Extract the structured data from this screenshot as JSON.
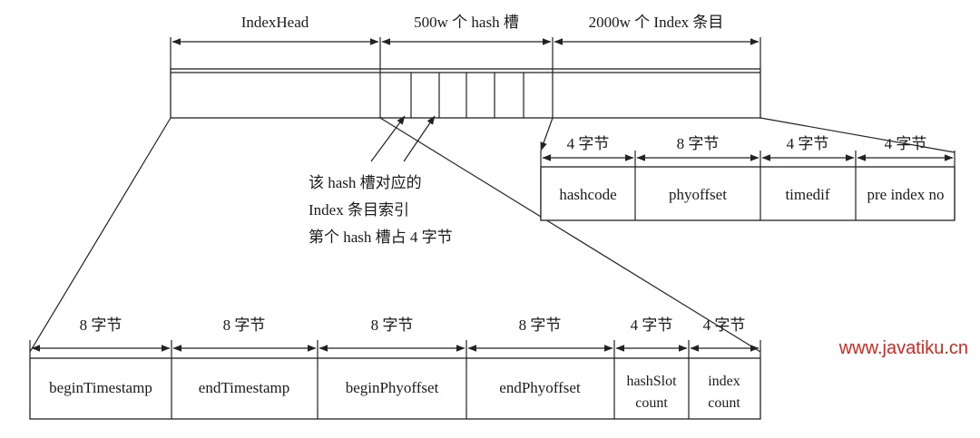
{
  "top": {
    "index_head_label": "IndexHead",
    "hash_slots_label": "500w 个 hash 槽",
    "index_entries_label": "2000w 个 Index 条目"
  },
  "entry": {
    "fields": [
      {
        "size": "4 字节",
        "name": "hashcode"
      },
      {
        "size": "8 字节",
        "name": "phyoffset"
      },
      {
        "size": "4 字节",
        "name": "timedif"
      },
      {
        "size": "4 字节",
        "name": "pre index no"
      }
    ]
  },
  "note": {
    "lines": [
      "该 hash 槽对应的",
      "Index 条目索引",
      "第个 hash 槽占 4 字节"
    ]
  },
  "header": {
    "fields": [
      {
        "size": "8 字节",
        "name_lines": [
          "beginTimestamp"
        ]
      },
      {
        "size": "8 字节",
        "name_lines": [
          "endTimestamp"
        ]
      },
      {
        "size": "8 字节",
        "name_lines": [
          "beginPhyoffset"
        ]
      },
      {
        "size": "8 字节",
        "name_lines": [
          "endPhyoffset"
        ]
      },
      {
        "size": "4 字节",
        "name_lines": [
          "hashSlot",
          "count"
        ]
      },
      {
        "size": "4 字节",
        "name_lines": [
          "index",
          "count"
        ]
      }
    ]
  },
  "watermark": "www.javatiku.cn",
  "colors": {
    "line": "#222222",
    "watermark": "#d9261c"
  }
}
